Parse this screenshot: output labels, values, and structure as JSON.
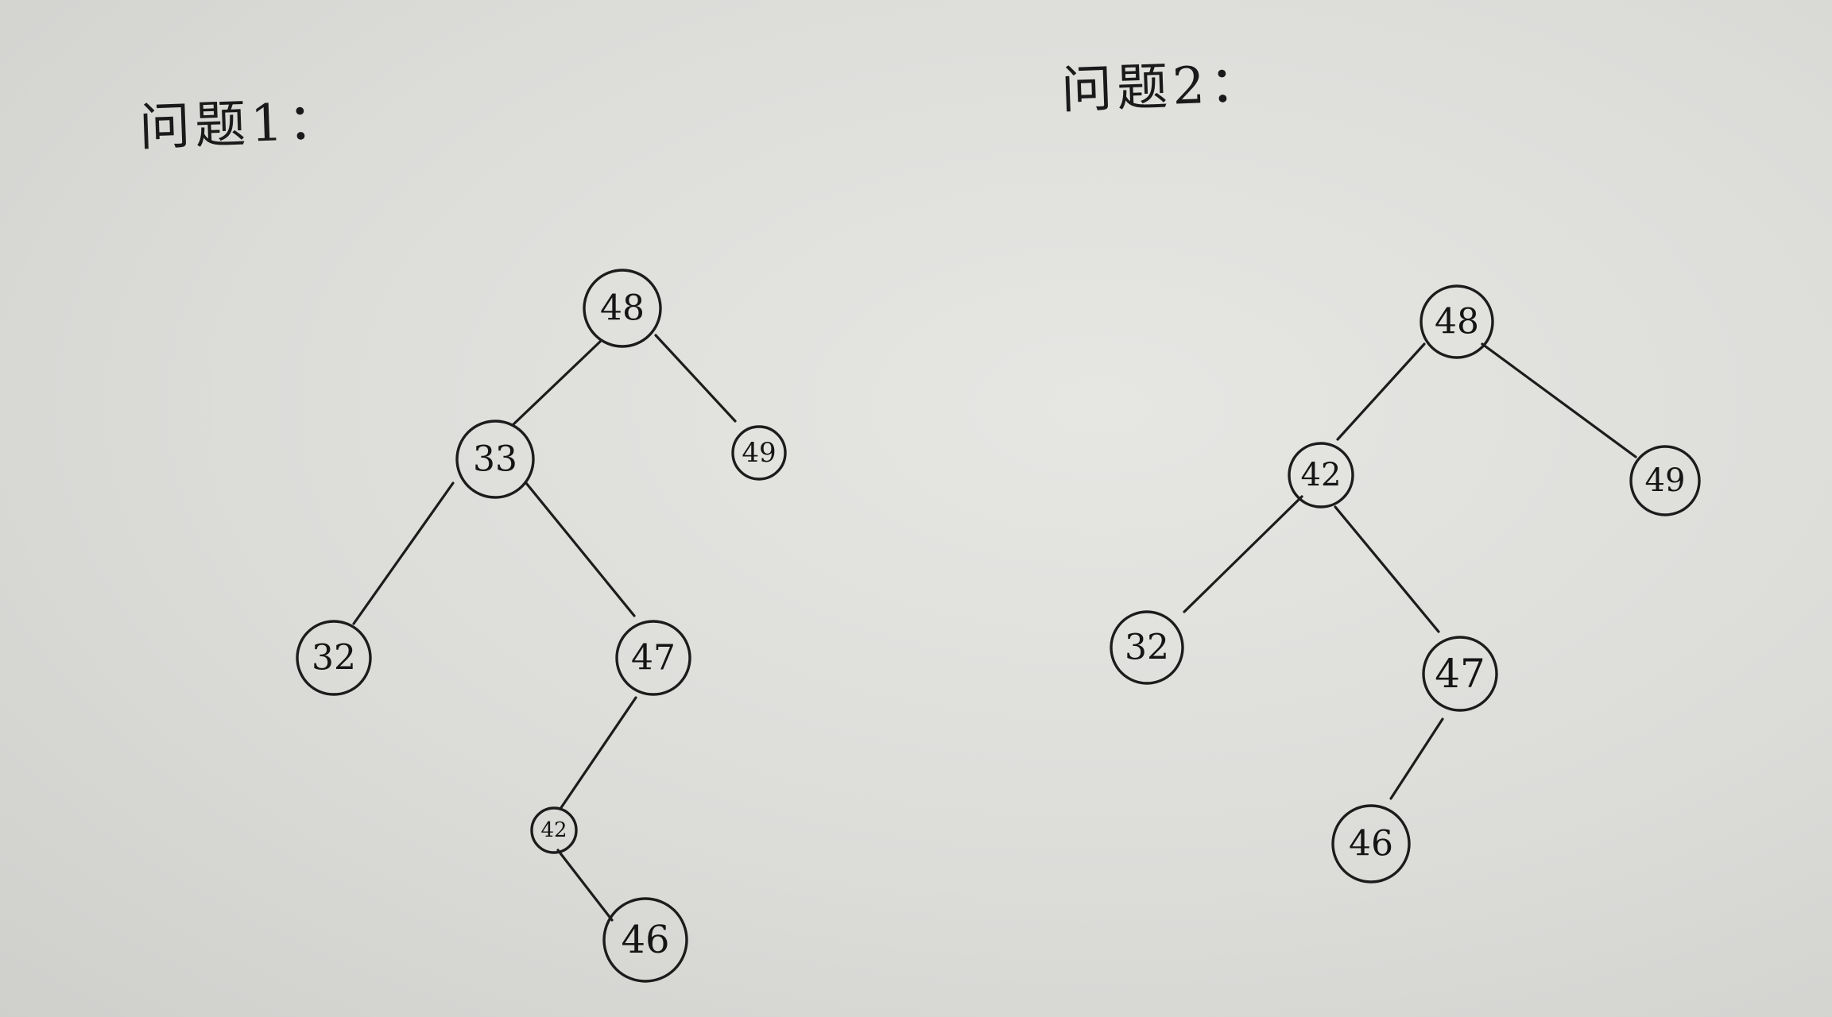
{
  "titles": {
    "problem1": "问题1：",
    "problem2": "问题2："
  },
  "tree1": {
    "nodes": {
      "root": "48",
      "left": "33",
      "right": "49",
      "left_left": "32",
      "left_right": "47",
      "left_right_left": "42",
      "left_right_left_right": "46"
    }
  },
  "tree2": {
    "nodes": {
      "root": "48",
      "left": "42",
      "right": "49",
      "left_left": "32",
      "left_right": "47",
      "left_right_left": "46"
    }
  },
  "colors": {
    "ink": "#1c1c1c",
    "paper": "#e2e2df"
  }
}
